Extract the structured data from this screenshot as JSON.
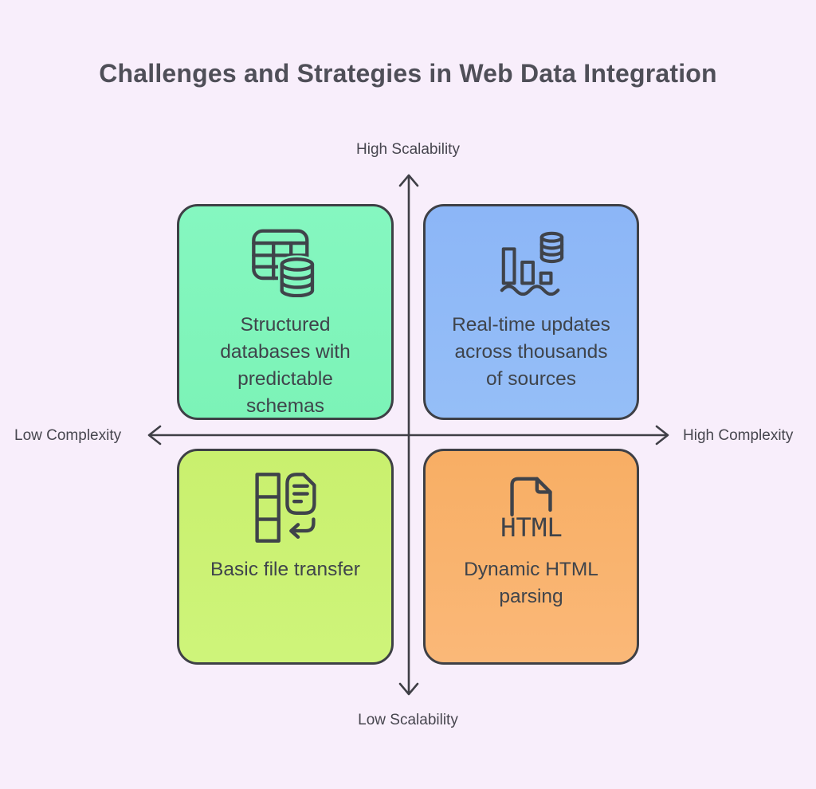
{
  "title": "Challenges and Strategies in Web Data Integration",
  "axes": {
    "top": "High Scalability",
    "bottom": "Low Scalability",
    "left": "Low Complexity",
    "right": "High Complexity"
  },
  "quadrants": [
    {
      "position": "top-left",
      "label": "Structured databases with predictable schemas",
      "icon": "table-database-icon",
      "bg": "#80f5bd"
    },
    {
      "position": "top-right",
      "label": "Real-time updates across thousands of sources",
      "icon": "bar-chart-database-icon",
      "bg": "#90baf7"
    },
    {
      "position": "bottom-left",
      "label": "Basic file transfer",
      "icon": "column-document-transfer-icon",
      "bg": "#cbf273"
    },
    {
      "position": "bottom-right",
      "label": "Dynamic HTML parsing",
      "icon": "html-file-icon",
      "bg": "#f9b36e",
      "icon_text": "HTML"
    }
  ],
  "colors": {
    "background": "#f8eefb",
    "card_border": "#3e4046",
    "axis_stroke": "#3f3f46",
    "title_text": "#4f4f58",
    "body_text": "#3f444b"
  }
}
